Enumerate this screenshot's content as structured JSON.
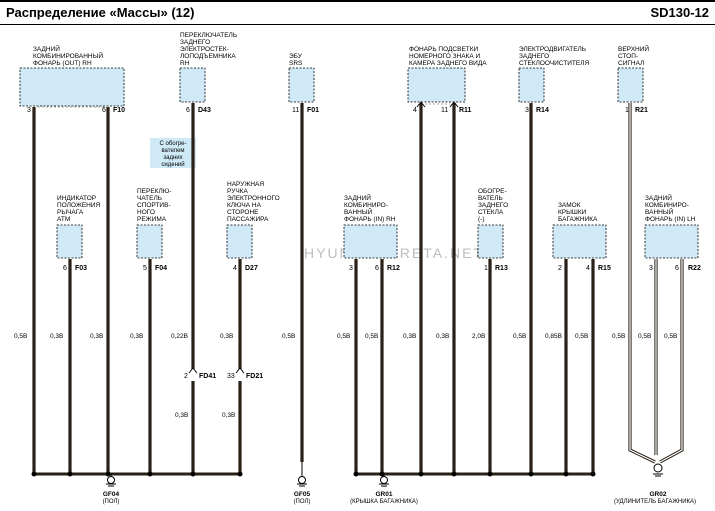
{
  "header": {
    "title": "Распределение «Массы» (12)",
    "code": "SD130-12"
  },
  "watermark": "HYUNDAI-CRETA.NET",
  "note": [
    "С обогре-",
    "вателем",
    "задних",
    "сидений"
  ],
  "components": {
    "rear_lamp_out_rh": [
      "ЗАДНИЙ",
      "КОМБИНИРОВАННЫЙ",
      "ФОНАРЬ (OUT) RH"
    ],
    "at_lever_indicator": [
      "ИНДИКАТОР",
      "ПОЛОЖЕНИЯ",
      "РЫЧАГА",
      "ATM"
    ],
    "sport_mode_switch": [
      "ПЕРЕКЛЮ-",
      "ЧАТЕЛЬ",
      "СПОРТИВ-",
      "НОГО",
      "РЕЖИМА"
    ],
    "liftgate_switch": [
      "ПЕРЕКЛЮЧАТЕЛЬ",
      "ЗАДНЕГО",
      "ЭЛЕКТРОСТЕК-",
      "ЛОПОДЪЕМНИКА",
      "RH"
    ],
    "outside_handle": [
      "НАРУЖНАЯ",
      "РУЧКА",
      "ЭЛЕКТРОННОГО",
      "КЛЮЧА НА",
      "СТОРОНЕ",
      "ПАССАЖИРА"
    ],
    "srs_ecu": [
      "ЭБУ",
      "SRS"
    ],
    "rear_lamp_in_rh": [
      "ЗАДНИЙ",
      "КОМБИНИРО-",
      "ВАННЫЙ",
      "ФОНАРЬ (IN) RH"
    ],
    "plate_lamp_camera": [
      "ФОНАРЬ ПОДСВЕТКИ",
      "НОМЕРНОГО ЗНАКА И",
      "КАМЕРА ЗАДНЕГО ВИДА"
    ],
    "rear_defogger": [
      "ОБОГРЕ-",
      "ВАТЕЛЬ",
      "ЗАДНЕГО",
      "СТЕКЛА",
      "(-)"
    ],
    "rear_wiper_motor": [
      "ЭЛЕКТРОДВИГАТЕЛЬ",
      "ЗАДНЕГО",
      "СТЕКЛООЧИСТИТЕЛЯ"
    ],
    "tailgate_lock": [
      "ЗАМОК",
      "КРЫШКИ",
      "БАГАЖНИКА"
    ],
    "high_stop_lamp": [
      "ВЕРХНИЙ",
      "СТОП-",
      "СИГНАЛ"
    ],
    "rear_lamp_in_lh": [
      "ЗАДНИЙ",
      "КОМБИНИРО-",
      "ВАННЫЙ",
      "ФОНАРЬ (IN) LH"
    ]
  },
  "connectors": {
    "F10": "F10",
    "F03": "F03",
    "F04": "F04",
    "D43": "D43",
    "D27": "D27",
    "F01": "F01",
    "R12": "R12",
    "R11": "R11",
    "R13": "R13",
    "R14": "R14",
    "R15": "R15",
    "R21": "R21",
    "R22": "R22",
    "FD41": "FD41",
    "FD21": "FD21"
  },
  "pins": {
    "p3": "3",
    "p6": "6",
    "p5": "5",
    "p4": "4",
    "p11": "11",
    "p1": "1",
    "p2": "2",
    "p3b": "3",
    "p2fd": "2",
    "p33": "33"
  },
  "wires": {
    "w05": "0,5B",
    "w03": "0,3B",
    "w022": "0,22B",
    "w20": "2,0B",
    "w085": "0,85B"
  },
  "grounds": {
    "gf04": {
      "name": "GF04",
      "loc": "(ПОЛ)"
    },
    "gf05": {
      "name": "GF05",
      "loc": "(ПОЛ)"
    },
    "gr01": {
      "name": "GR01",
      "loc": "(КРЫШКА БАГАЖНИКА)"
    },
    "gr02": {
      "name": "GR02",
      "loc": "(УДЛИНИТЕЛЬ БАГАЖНИКА)"
    }
  },
  "colors": {
    "component_fill": "#cfe9f7",
    "wire": "#2a2016",
    "ground_bus": "#2a2016"
  }
}
